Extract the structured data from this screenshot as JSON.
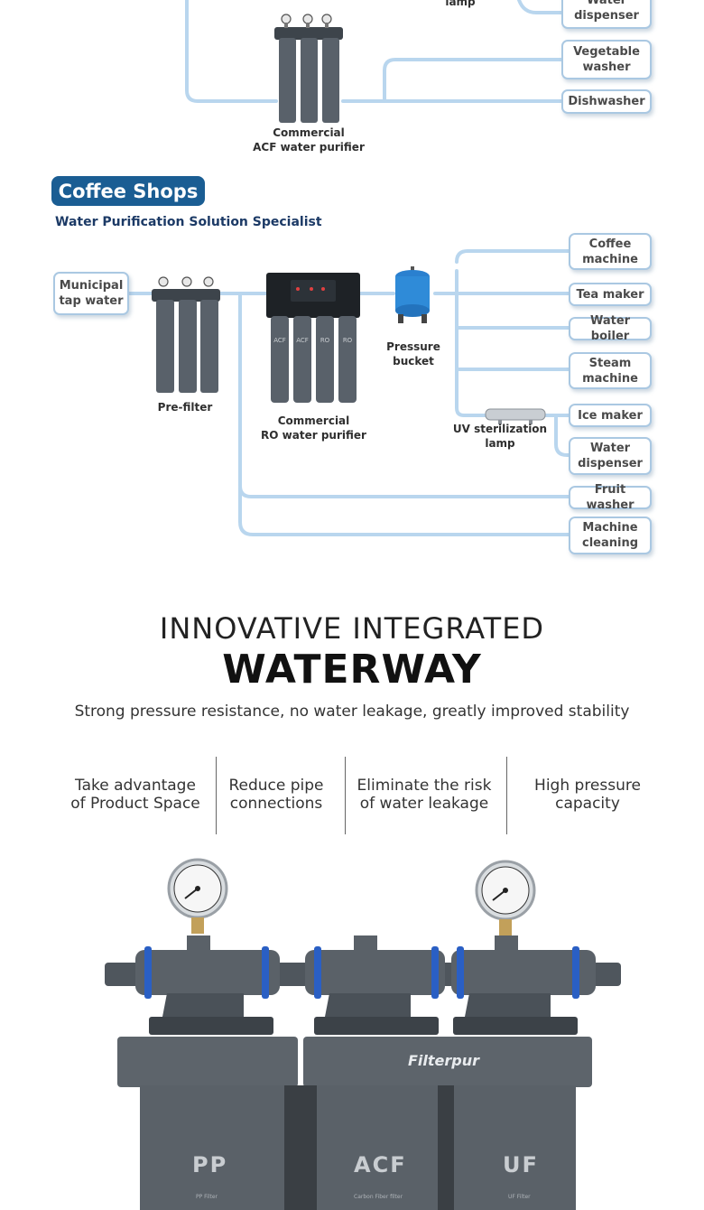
{
  "top_section": {
    "partial_label_lamp": "lamp",
    "outputs": [
      {
        "label": "Water\ndispenser"
      },
      {
        "label": "Vegetable\nwasher"
      },
      {
        "label": "Dishwasher"
      }
    ],
    "device_label": "Commercial\nACF water purifier"
  },
  "coffee_section": {
    "badge": "Coffee Shops",
    "subtitle": "Water Purification Solution Specialist",
    "source": "Municipal\ntap water",
    "prefilter_label": "Pre-filter",
    "ro_label": "Commercial\nRO water purifier",
    "ro_cartridges": [
      "ACF",
      "ACF",
      "RO",
      "RO"
    ],
    "bucket_label": "Pressure\nbucket",
    "uv_label": "UV sterilization\nlamp",
    "outputs": [
      {
        "label": "Coffee\nmachine"
      },
      {
        "label": "Tea maker"
      },
      {
        "label": "Water boiler"
      },
      {
        "label": "Steam\nmachine"
      },
      {
        "label": "Ice maker"
      },
      {
        "label": "Water\ndispenser"
      },
      {
        "label": "Fruit washer"
      },
      {
        "label": "Machine\ncleaning"
      }
    ]
  },
  "waterway": {
    "title_line1": "INNOVATIVE INTEGRATED",
    "title_line2": "WATERWAY",
    "description": "Strong pressure resistance, no water leakage, greatly improved stability",
    "features": [
      "Take advantage\nof Product Space",
      "Reduce pipe\nconnections",
      "Eliminate the risk\nof water leakage",
      "High pressure\ncapacity"
    ]
  },
  "product": {
    "brand": "Filterpur",
    "cartridges": [
      {
        "label": "PP",
        "sub": "PP Filter"
      },
      {
        "label": "ACF",
        "sub": "Carbon Fiber filter"
      },
      {
        "label": "UF",
        "sub": "UF Filter"
      }
    ]
  },
  "colors": {
    "pipe": "#b9d6ee",
    "badge": "#1a5d93",
    "housing": "#5d646b",
    "blue_ring": "#2a5fc4"
  }
}
